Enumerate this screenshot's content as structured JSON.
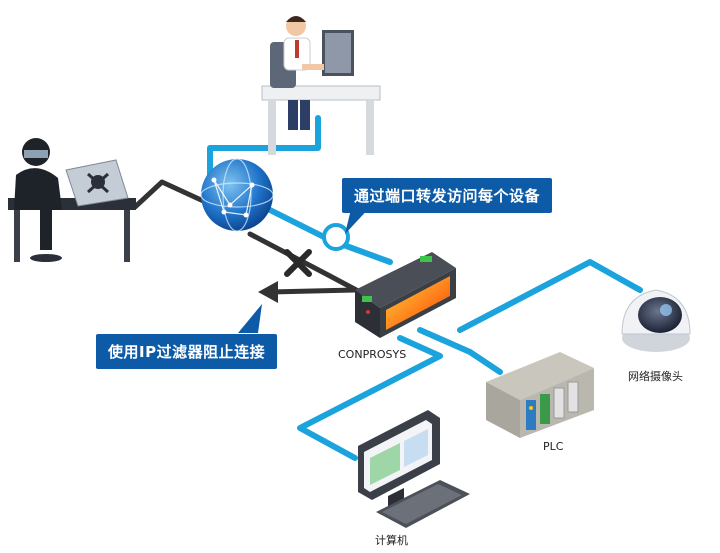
{
  "callouts": {
    "port_forwarding": "通过端口转发访问每个设备",
    "ip_filter": "使用IP过滤器阻止连接"
  },
  "labels": {
    "gateway": "CONPROSYS",
    "camera": "网络摄像头",
    "plc": "PLC",
    "computer": "计算机"
  },
  "colors": {
    "network_line": "#1aa3dd",
    "callout_bg": "#0d5aa7",
    "blocked_line": "#333333"
  }
}
